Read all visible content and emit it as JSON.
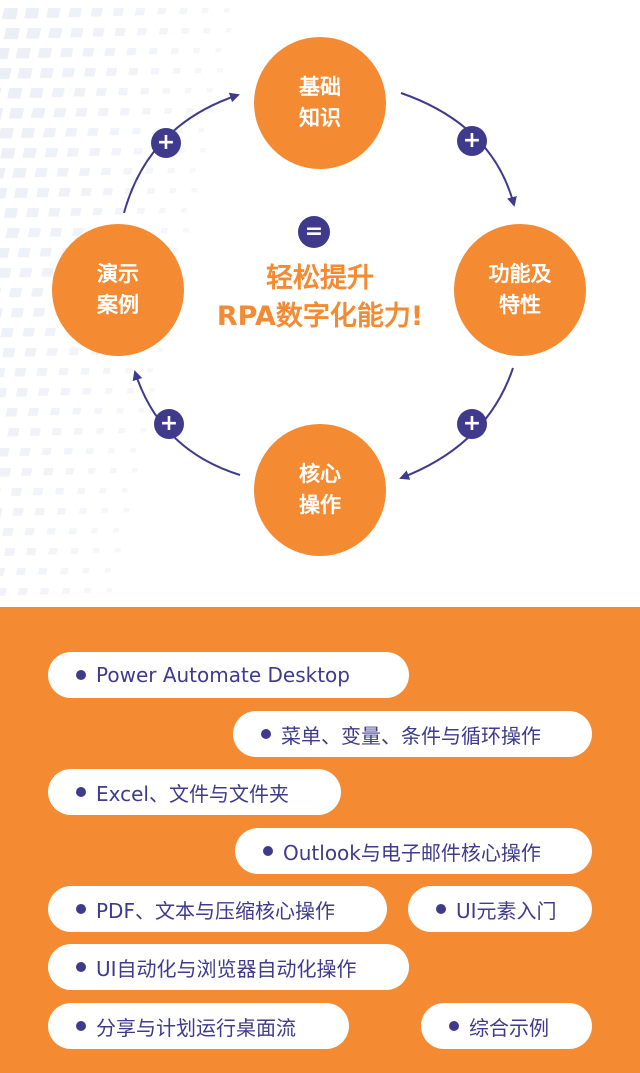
{
  "diagram": {
    "nodes": [
      {
        "id": "top",
        "line1": "基础",
        "line2": "知识"
      },
      {
        "id": "right",
        "line1": "功能及",
        "line2": "特性"
      },
      {
        "id": "bottom",
        "line1": "核心",
        "line2": "操作"
      },
      {
        "id": "left",
        "line1": "演示",
        "line2": "案例"
      }
    ],
    "plus_symbol": "+",
    "equals_symbol": "=",
    "center_line1": "轻松提升",
    "center_line2": "RPA数字化能力!",
    "colors": {
      "accent": "#f48a32",
      "indigo": "#3f3a8c",
      "pattern": "#e9ecf4"
    }
  },
  "topics": [
    "Power Automate Desktop",
    "菜单、变量、条件与循环操作",
    "Excel、文件与文件夹",
    "Outlook与电子邮件核心操作",
    "PDF、文本与压缩核心操作",
    "UI元素入门",
    "UI自动化与浏览器自动化操作",
    "分享与计划运行桌面流",
    "综合示例"
  ]
}
